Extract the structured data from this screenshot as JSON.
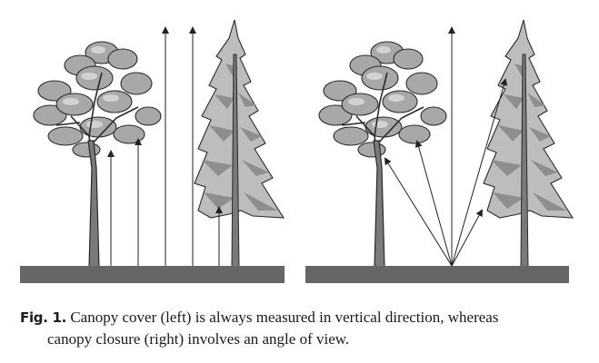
{
  "caption": {
    "label": "Fig. 1.",
    "line1": "Canopy cover (left) is always measured in vertical direction, whereas",
    "line2": "canopy closure (right) involves an angle of view."
  },
  "colors": {
    "ground": "#666666",
    "trunk": "#777777",
    "foliage": "#a8a8a8",
    "foliage_light": "#cfcfcf",
    "outline": "#2a2a2a",
    "arrow": "#222222"
  }
}
